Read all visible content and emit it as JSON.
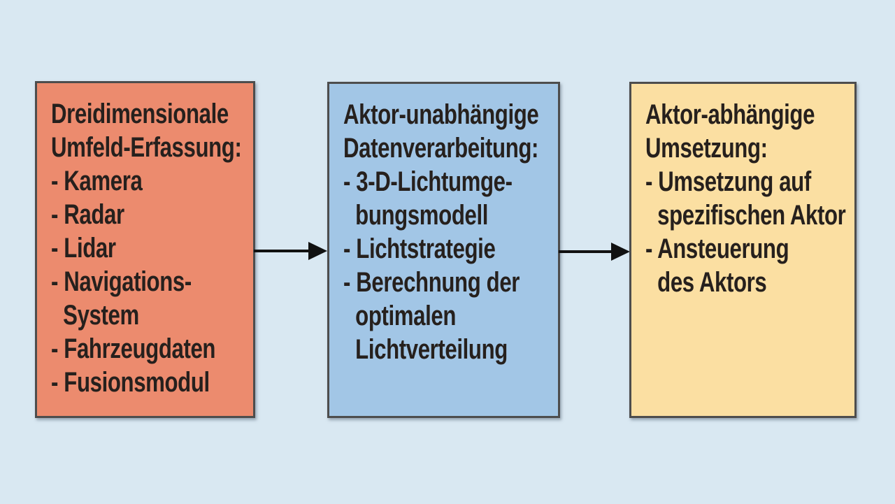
{
  "diagram": {
    "description": "Three-stage flow diagram of a vehicle adaptive lighting system architecture"
  },
  "colors": {
    "background": "#d9e8f2",
    "box1_fill": "#ec8b6e",
    "box2_fill": "#a2c6e6",
    "box3_fill": "#fbdfa2",
    "border": "#4d4d4d",
    "text": "#26201d",
    "arrow": "#111111"
  },
  "icons": {
    "flow_arrow": "right-arrow (black line with solid triangular head)"
  },
  "boxes": [
    {
      "id": "umfeld-erfassung",
      "lines": [
        "Dreidimensionale",
        "Umfeld-Erfassung:",
        "- Kamera",
        "- Radar",
        "- Lidar",
        "- Navigations-",
        "System",
        "- Fahrzeugdaten",
        "- Fusionsmodul"
      ]
    },
    {
      "id": "datenverarbeitung",
      "lines": [
        "Aktor-unabhängige",
        "Datenverarbeitung:",
        "- 3-D-Lichtumge-",
        "bungsmodell",
        "- Lichtstrategie",
        "- Berechnung der",
        "optimalen",
        "Lichtverteilung"
      ]
    },
    {
      "id": "umsetzung",
      "lines": [
        "Aktor-abhängige",
        "Umsetzung:",
        "- Umsetzung auf",
        "spezifischen Aktor",
        "- Ansteuerung",
        "des Aktors"
      ]
    }
  ]
}
